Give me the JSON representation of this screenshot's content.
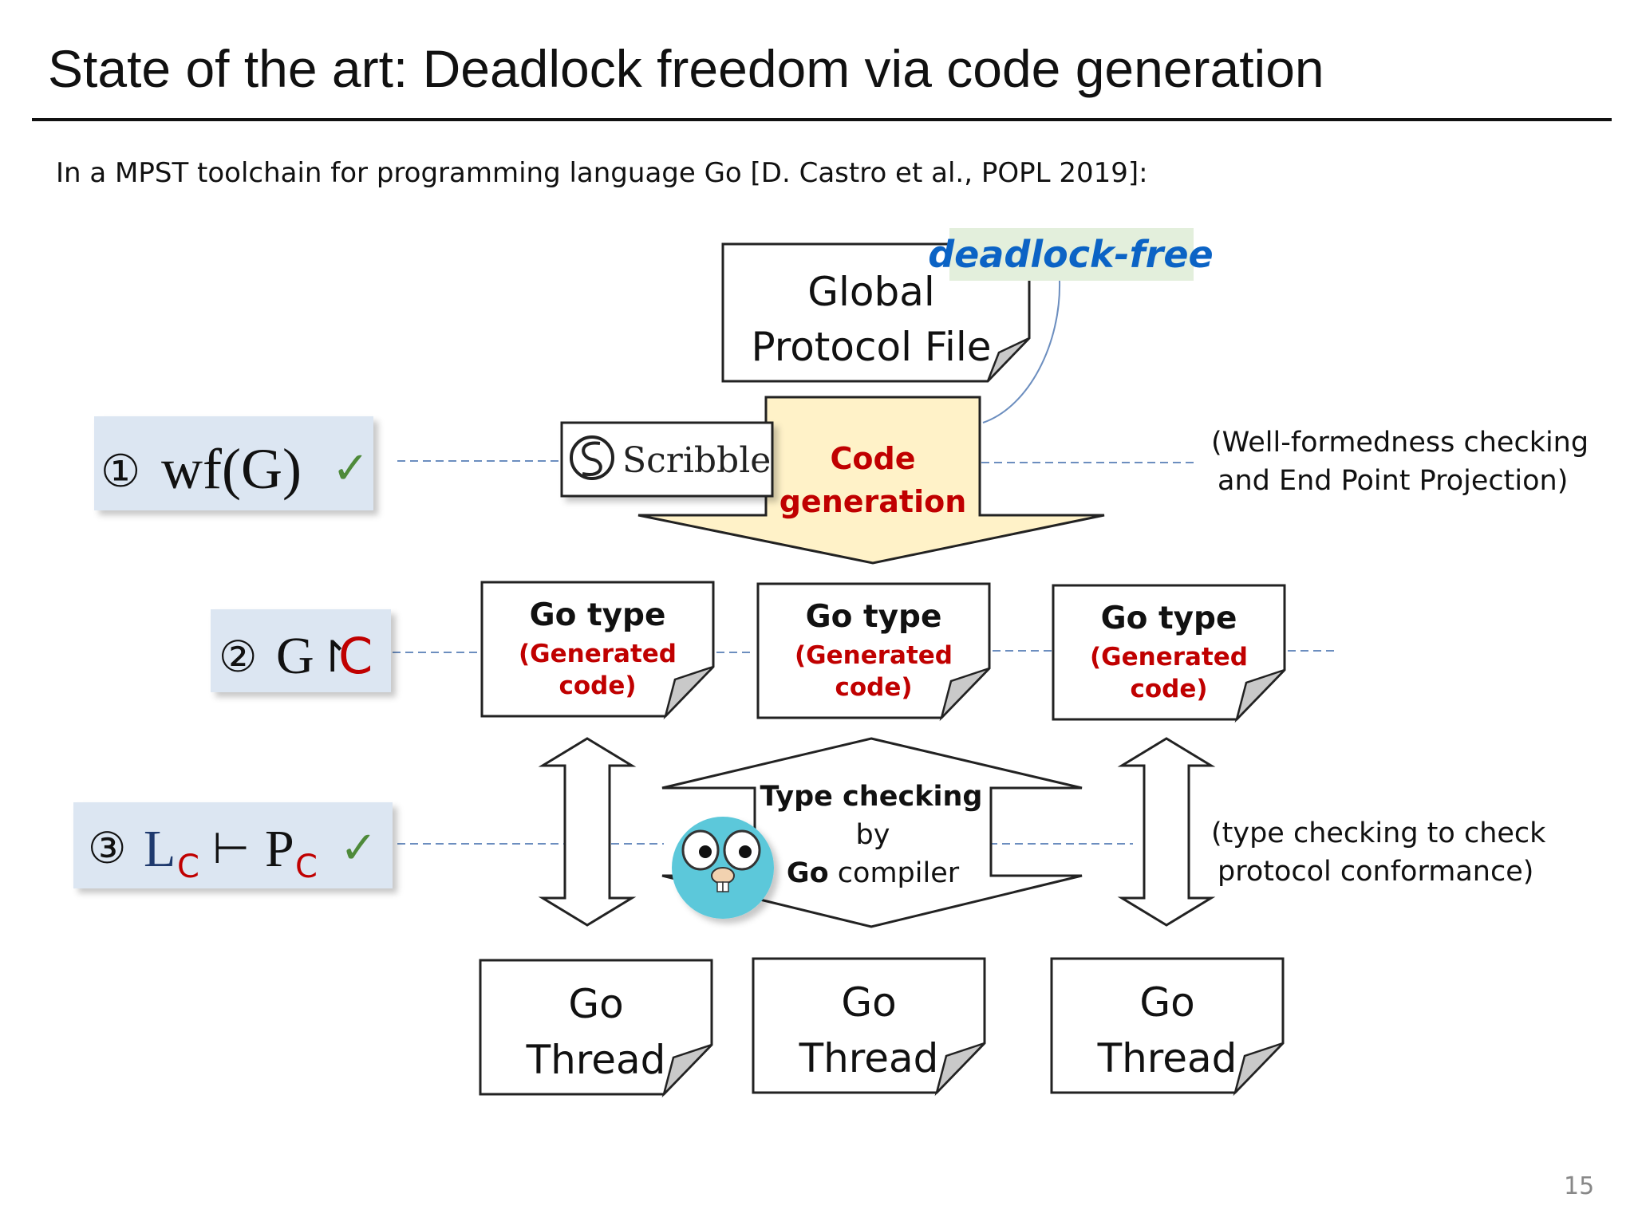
{
  "slide": {
    "title": "State of the art: Deadlock freedom via code generation",
    "subtitle": "In a MPST toolchain for programming language Go [D. Castro et al., POPL 2019]:",
    "page_number": "15"
  },
  "global_protocol": {
    "line1": "Global",
    "line2": "Protocol File",
    "badge": "deadlock-free"
  },
  "scribble_logo": "Scribble",
  "code_generation": {
    "line1": "Code",
    "line2": "generation"
  },
  "note_wellformedness": {
    "line1": "(Well-formedness checking",
    "line2": "and End Point Projection)"
  },
  "note_typecheck": {
    "line1": "(type checking to check",
    "line2": "protocol conformance)"
  },
  "step1": {
    "num": "①",
    "expr": "wf(G)",
    "check": "✓"
  },
  "step2": {
    "num": "②",
    "g": "G",
    "restrict": "↾",
    "c": "C"
  },
  "step3": {
    "num": "③",
    "l": "L",
    "sub1": "C",
    "turnstile": "⊢",
    "p": "P",
    "sub2": "C",
    "check": "✓"
  },
  "go_types": [
    {
      "title": "Go type",
      "note1": "(Generated",
      "note2": "code)"
    },
    {
      "title": "Go type",
      "note1": "(Generated",
      "note2": "code)"
    },
    {
      "title": "Go type",
      "note1": "(Generated",
      "note2": "code)"
    }
  ],
  "type_checking": {
    "line1": "Type checking",
    "line2": "by",
    "line3_bold": "Go",
    "line3_rest": " compiler"
  },
  "go_gopher_logo": "GO",
  "go_threads": [
    {
      "line1": "Go",
      "line2": "Thread"
    },
    {
      "line1": "Go",
      "line2": "Thread"
    },
    {
      "line1": "Go",
      "line2": "Thread"
    }
  ],
  "colors": {
    "accent_red": "#C00000",
    "accent_blue": "#0B63C5",
    "check_green": "#4E8A3A",
    "arrow_fill": "#FFF2C8",
    "badge_bg": "#E3EFDC",
    "step_bg": "#DCE6F2",
    "dash_line": "#6C8EBF",
    "gopher_blue": "#5BC8DA"
  }
}
